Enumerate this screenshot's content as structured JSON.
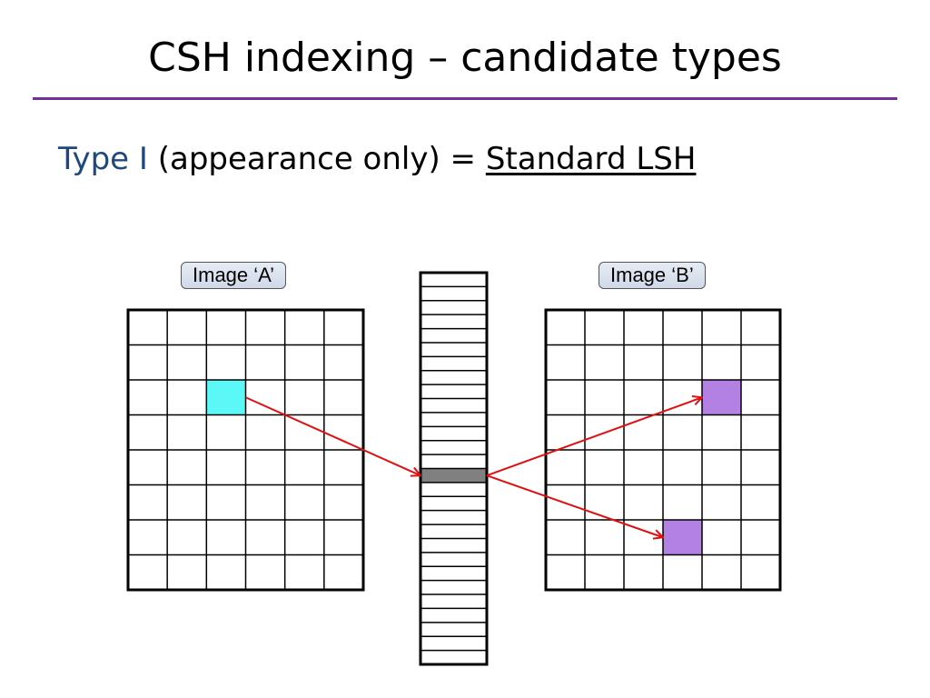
{
  "slide": {
    "title": "CSH indexing – candidate types",
    "subtitle": {
      "type_label": "Type I",
      "description": " (appearance only) = ",
      "method": "Standard LSH"
    }
  },
  "diagram": {
    "image_a": {
      "label": "Image ‘A’",
      "rows": 8,
      "cols": 6,
      "highlighted_cells": [
        {
          "row": 2,
          "col": 2
        }
      ],
      "highlight_color": "#5cf8f8"
    },
    "image_b": {
      "label": "Image ‘B’",
      "rows": 8,
      "cols": 6,
      "highlighted_cells": [
        {
          "row": 2,
          "col": 4
        },
        {
          "row": 6,
          "col": 3
        }
      ],
      "highlight_color": "#b380e4"
    },
    "hash_table": {
      "rows": 28,
      "highlighted_bucket": 14,
      "bucket_color": "#808080"
    },
    "arrow_color": "#e01010",
    "rule_color": "#7030a0"
  }
}
